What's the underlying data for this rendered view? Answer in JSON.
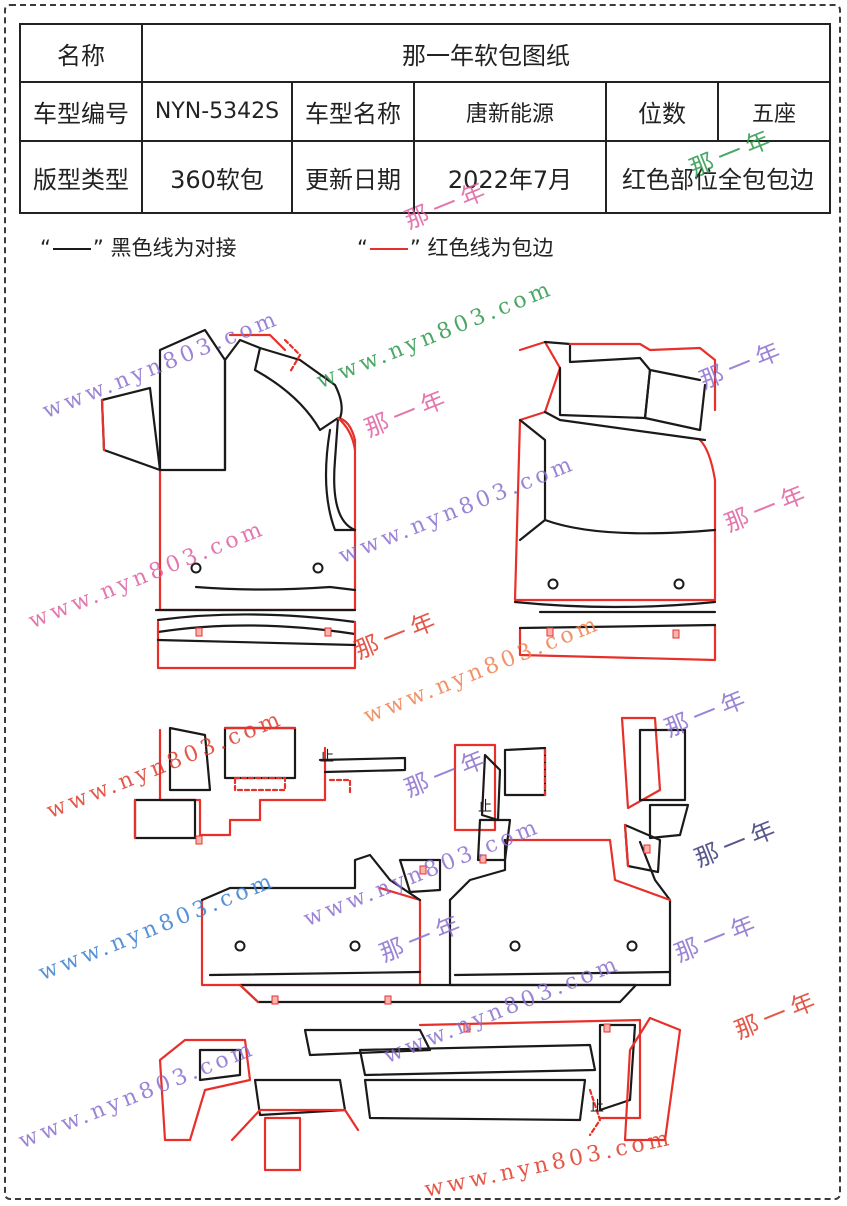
{
  "info_table": {
    "row1": {
      "label": "名称",
      "value": "那一年软包图纸"
    },
    "row2": {
      "model_no_label": "车型编号",
      "model_no": "NYN-5342S",
      "model_name_label": "车型名称",
      "model_name": "唐新能源",
      "seats_label": "位数",
      "seats": "五座"
    },
    "row3": {
      "type_label": "版型类型",
      "type": "360软包",
      "date_label": "更新日期",
      "date": "2022年7月",
      "red_note": "红色部位全包包边"
    }
  },
  "legend": {
    "black_text": "黑色线为对接",
    "red_text": "红色线为包边",
    "open_quote": "“",
    "close_quote": "”"
  },
  "markers": {
    "stop": "止"
  },
  "watermarks": {
    "url": "www.nyn803.com",
    "brand": "那一年"
  },
  "colors": {
    "black_line": "#1a1a1a",
    "red_line": "#e8302a",
    "wm_purple": "#8a6fd0",
    "wm_green": "#2a9a4a",
    "wm_red": "#e03a2a",
    "wm_pink": "#e060a0",
    "wm_blue": "#3a80d0",
    "wm_orange": "#f08050"
  }
}
